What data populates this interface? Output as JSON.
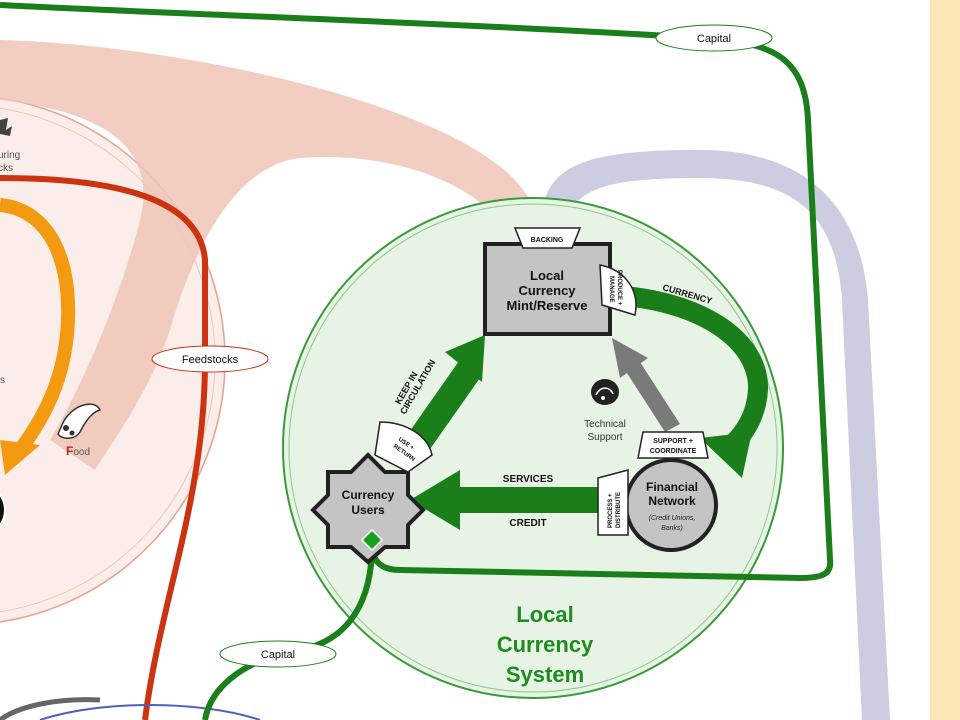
{
  "top_capital_label": "Capital",
  "bottom_capital_label": "Capital",
  "feedstocks_label": "Feedstocks",
  "food_label": "Food",
  "food_initial": "F",
  "food_rest": "ood",
  "partial_label_top_line1": "uring",
  "partial_label_top_line2": "cks",
  "partial_label_s": "s",
  "mint": {
    "line1": "Local",
    "line2": "Currency",
    "line3": "Mint/Reserve"
  },
  "backing_label": "BACKING",
  "produce_manage_line1": "PRODUCE +",
  "produce_manage_line2": "MANAGE",
  "currency_label": "CURRENCY",
  "keep_in_circulation_line1": "KEEP IN",
  "keep_in_circulation_line2": "CIRCULATION",
  "technical_support_line1": "Technical",
  "technical_support_line2": "Support",
  "support_coordinate_line1": "SUPPORT +",
  "support_coordinate_line2": "COORDINATE",
  "financial_network": {
    "line1": "Financial",
    "line2": "Network",
    "sub1": "(Credit Unions,",
    "sub2": "Banks)"
  },
  "process_distribute_line1": "PROCESS +",
  "process_distribute_line2": "DISTRIBUTE",
  "services_label": "SERVICES",
  "credit_label": "CREDIT",
  "use_return_line1": "USE +",
  "use_return_line2": "RETURN",
  "currency_users": {
    "line1": "Currency",
    "line2": "Users"
  },
  "system_title": {
    "line1": "Local",
    "line2": "Currency",
    "line3": "System"
  },
  "colors": {
    "green_flow": "#1a7f1a",
    "green_title": "#1f8c1f",
    "system_fill": "#e7f3e4",
    "system_ring": "#3a9a3a",
    "salmon_band": "#efc6b6",
    "lavender_band": "#c8c8df",
    "red_line": "#cc3311",
    "orange_arrow": "#f39a10",
    "gray_box": "#c4c4c4",
    "yellow_edge": "#fbe7b4"
  }
}
